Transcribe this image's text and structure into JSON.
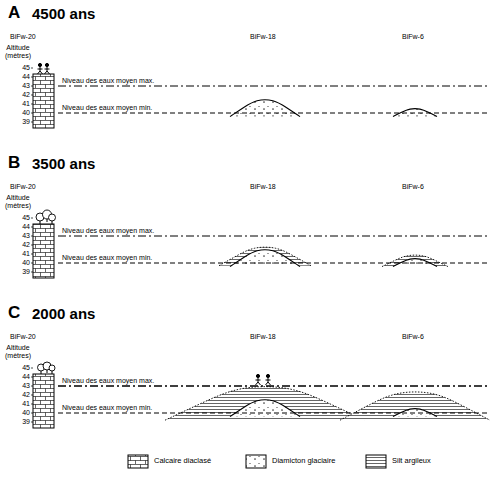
{
  "diagram": {
    "labels": [
      "A",
      "4500 ans",
      "BiFw-20",
      "BiFw-18",
      "BiFw-6",
      "Altitude (mètres)",
      "45",
      "44",
      "43",
      "42",
      "41",
      "40",
      "39",
      "Niveau des eaux moyen max.",
      "Niveau des eaux moyen min.",
      "B",
      "3500 ans",
      "BiFw-20",
      "BiFw-18",
      "BiFw-6",
      "Altitude (mètres)",
      "45",
      "44",
      "43",
      "42",
      "41",
      "40",
      "39",
      "Niveau des eaux moyen max.",
      "Niveau des eaux moyen min.",
      "C",
      "2000 ans",
      "BiFw-20",
      "BiFw-18",
      "BiFw-6",
      "Altitude (mètres)",
      "45",
      "44",
      "43",
      "42",
      "41",
      "40",
      "39",
      "Niveau des eaux moyen max.",
      "Niveau des eaux moyen min."
    ],
    "legend": [
      {
        "text": "Calcaire diaclasé"
      },
      {
        "text": "Diamicton glaciaire"
      },
      {
        "text": "Silt argileux"
      }
    ]
  }
}
